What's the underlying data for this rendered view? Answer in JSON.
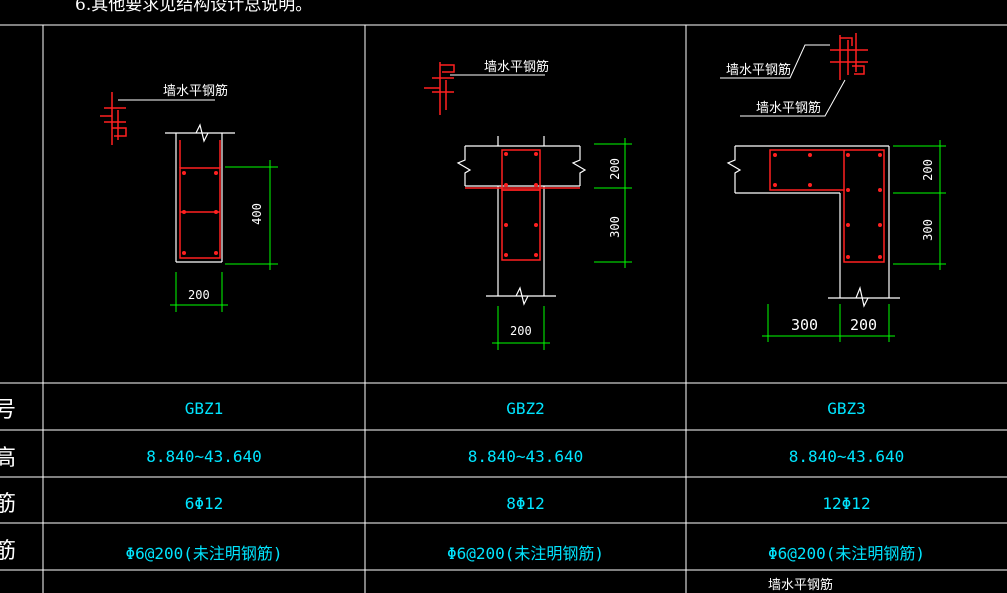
{
  "title": "6.其他要求见结构设计总说明。",
  "row_headers": [
    "号",
    "高",
    "筋",
    "筋"
  ],
  "columns": [
    {
      "name": "GBZ1",
      "elev": "8.840~43.640",
      "rebar": "6Φ12",
      "stirrup": "Φ6@200(未注明钢筋)"
    },
    {
      "name": "GBZ2",
      "elev": "8.840~43.640",
      "rebar": "8Φ12",
      "stirrup": "Φ6@200(未注明钢筋)"
    },
    {
      "name": "GBZ3",
      "elev": "8.840~43.640",
      "rebar": "12Φ12",
      "stirrup": "Φ6@200(未注明钢筋)"
    }
  ],
  "labels": {
    "wall_rebar": "墙水平钢筋"
  },
  "dims": {
    "gbz1_w": "200",
    "gbz1_h": "400",
    "gbz2_top": "200",
    "gbz2_mid": "300",
    "gbz2_w": "200",
    "gbz3_top": "200",
    "gbz3_mid": "300",
    "gbz3_w1": "300",
    "gbz3_w2": "200"
  },
  "colors": {
    "grid": "#ffffff",
    "cyan": "#00e5ff",
    "red": "#ff2020",
    "green": "#00ff00"
  }
}
